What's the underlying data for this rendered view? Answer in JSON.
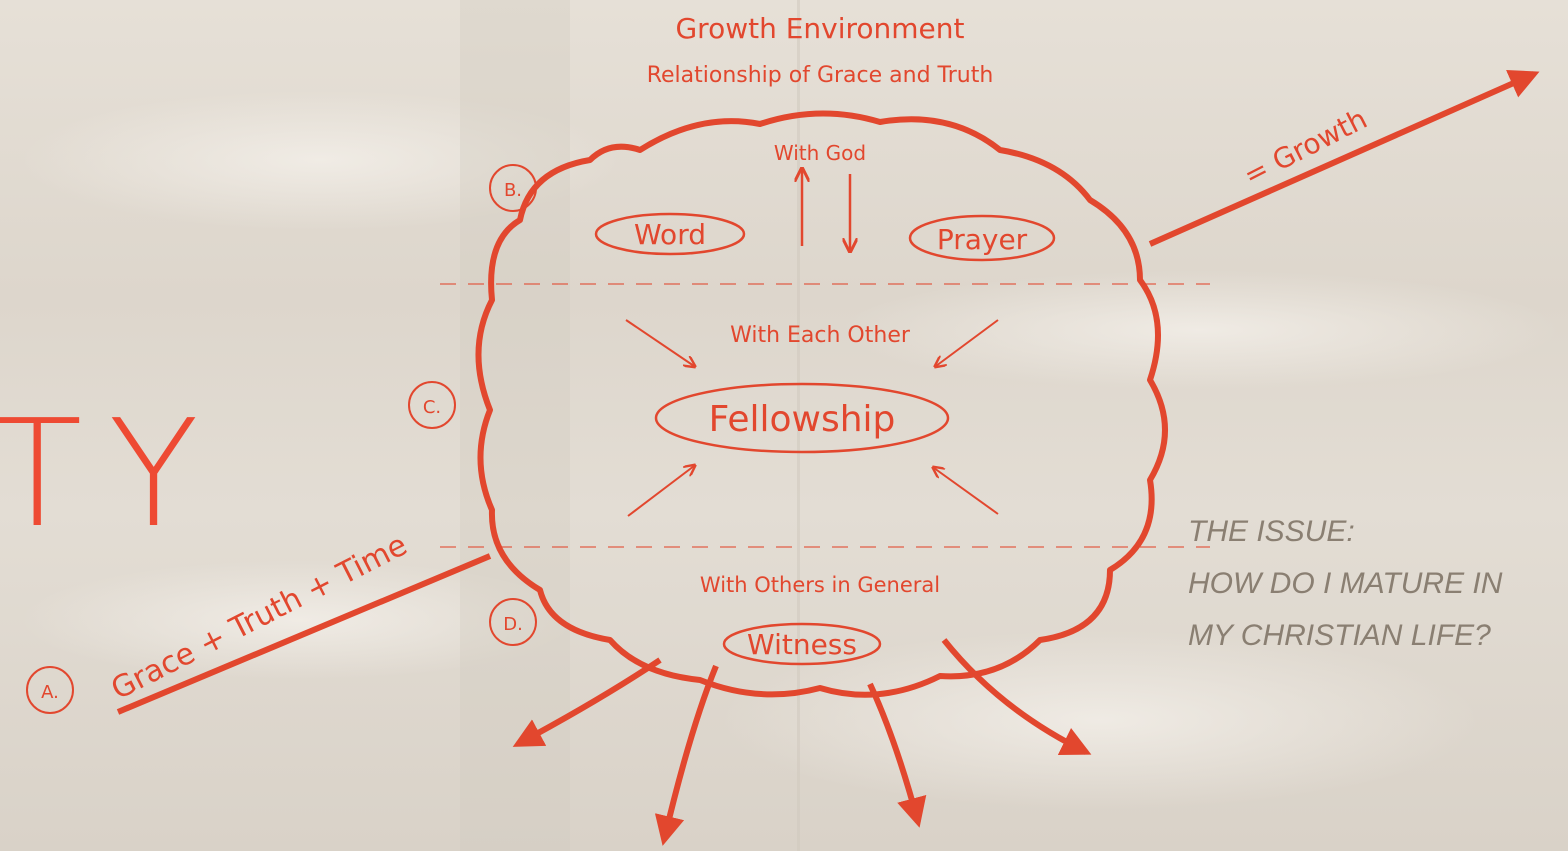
{
  "slide": {
    "title_fragment": "TY",
    "issue_lines": [
      "THE ISSUE:",
      "HOW DO I MATURE IN",
      "MY CHRISTIAN LIFE?"
    ]
  },
  "diagram": {
    "title": "Growth Environment",
    "subtitle": "Relationship of Grace and Truth",
    "markers": {
      "a": "A.",
      "b": "B.",
      "c": "C.",
      "d": "D."
    },
    "formula": "Grace + Truth + Time",
    "result": "= Growth",
    "sections": {
      "god": {
        "heading": "With God",
        "left": "Word",
        "right": "Prayer"
      },
      "each_other": {
        "heading": "With Each Other",
        "center": "Fellowship"
      },
      "general": {
        "heading": "With Others in General",
        "center": "Witness"
      }
    },
    "colors": {
      "ink": "#e2472e",
      "big_letters": "#ee4a33",
      "issue_text": "#8a7f72"
    }
  }
}
